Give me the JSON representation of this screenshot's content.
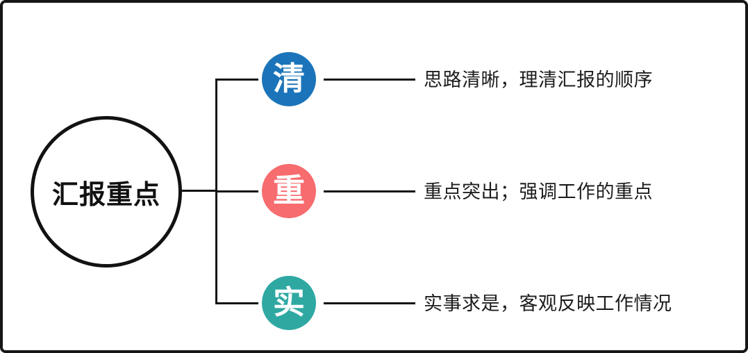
{
  "root": {
    "label": "汇报重点"
  },
  "branches": [
    {
      "char": "清",
      "color": "#1B74B9",
      "description": "思路清晰，理清汇报的顺序"
    },
    {
      "char": "重",
      "color": "#F76C6F",
      "description": "重点突出；强调工作的重点"
    },
    {
      "char": "实",
      "color": "#2FA8A2",
      "description": "实事求是，客观反映工作情况"
    }
  ],
  "colors": {
    "line": "#131313",
    "border": "#161616",
    "text": "#1d1d1d"
  }
}
